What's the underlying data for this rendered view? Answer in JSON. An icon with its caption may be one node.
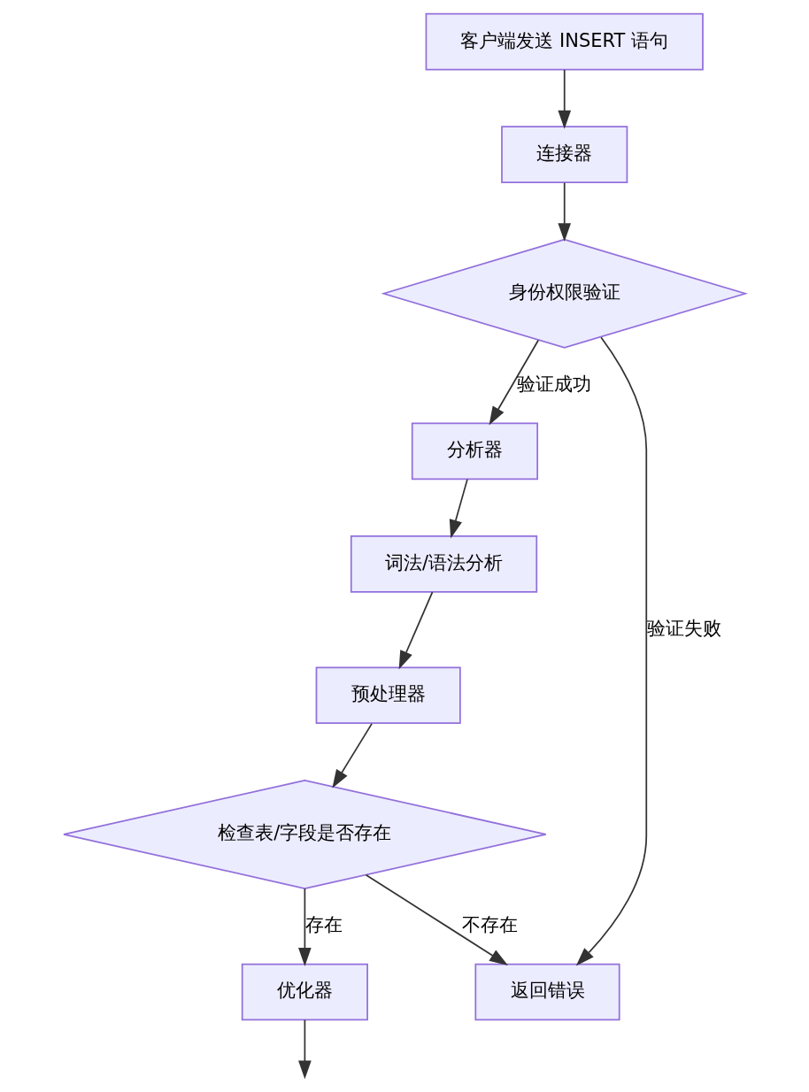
{
  "diagram": {
    "nodes": [
      {
        "text": [
          "客户端发送 INSERT 语句"
        ]
      },
      {
        "text": [
          "连接器"
        ]
      },
      {
        "text": [
          "身份权限验证"
        ]
      },
      {
        "text": [
          "分析器"
        ]
      },
      {
        "text": [
          "词法/语法分析"
        ]
      },
      {
        "text": [
          "预处理器"
        ]
      },
      {
        "text": [
          "检查表/字段是否存在"
        ]
      },
      {
        "text": [
          "返回错误"
        ]
      },
      {
        "text": [
          "优化器"
        ]
      }
    ],
    "edges": [
      {
        "from": 0,
        "to": 1,
        "arrow": "to"
      },
      {
        "from": 1,
        "to": 2,
        "arrow": "to"
      },
      {
        "from": 2,
        "to": 3,
        "arrow": "to",
        "label": "验证成功"
      },
      {
        "from": 2,
        "to": 7,
        "arrow": "to",
        "label": "验证失败"
      },
      {
        "from": 3,
        "to": 4,
        "arrow": "to"
      },
      {
        "from": 4,
        "to": 5,
        "arrow": "to"
      },
      {
        "from": 5,
        "to": 6,
        "arrow": "to"
      },
      {
        "from": 6,
        "to": 7,
        "arrow": "to",
        "label": "不存在"
      },
      {
        "from": 6,
        "to": 8,
        "arrow": "to",
        "label": "存在"
      },
      {
        "from": 8,
        "to": null,
        "arrow": "to"
      }
    ]
  }
}
